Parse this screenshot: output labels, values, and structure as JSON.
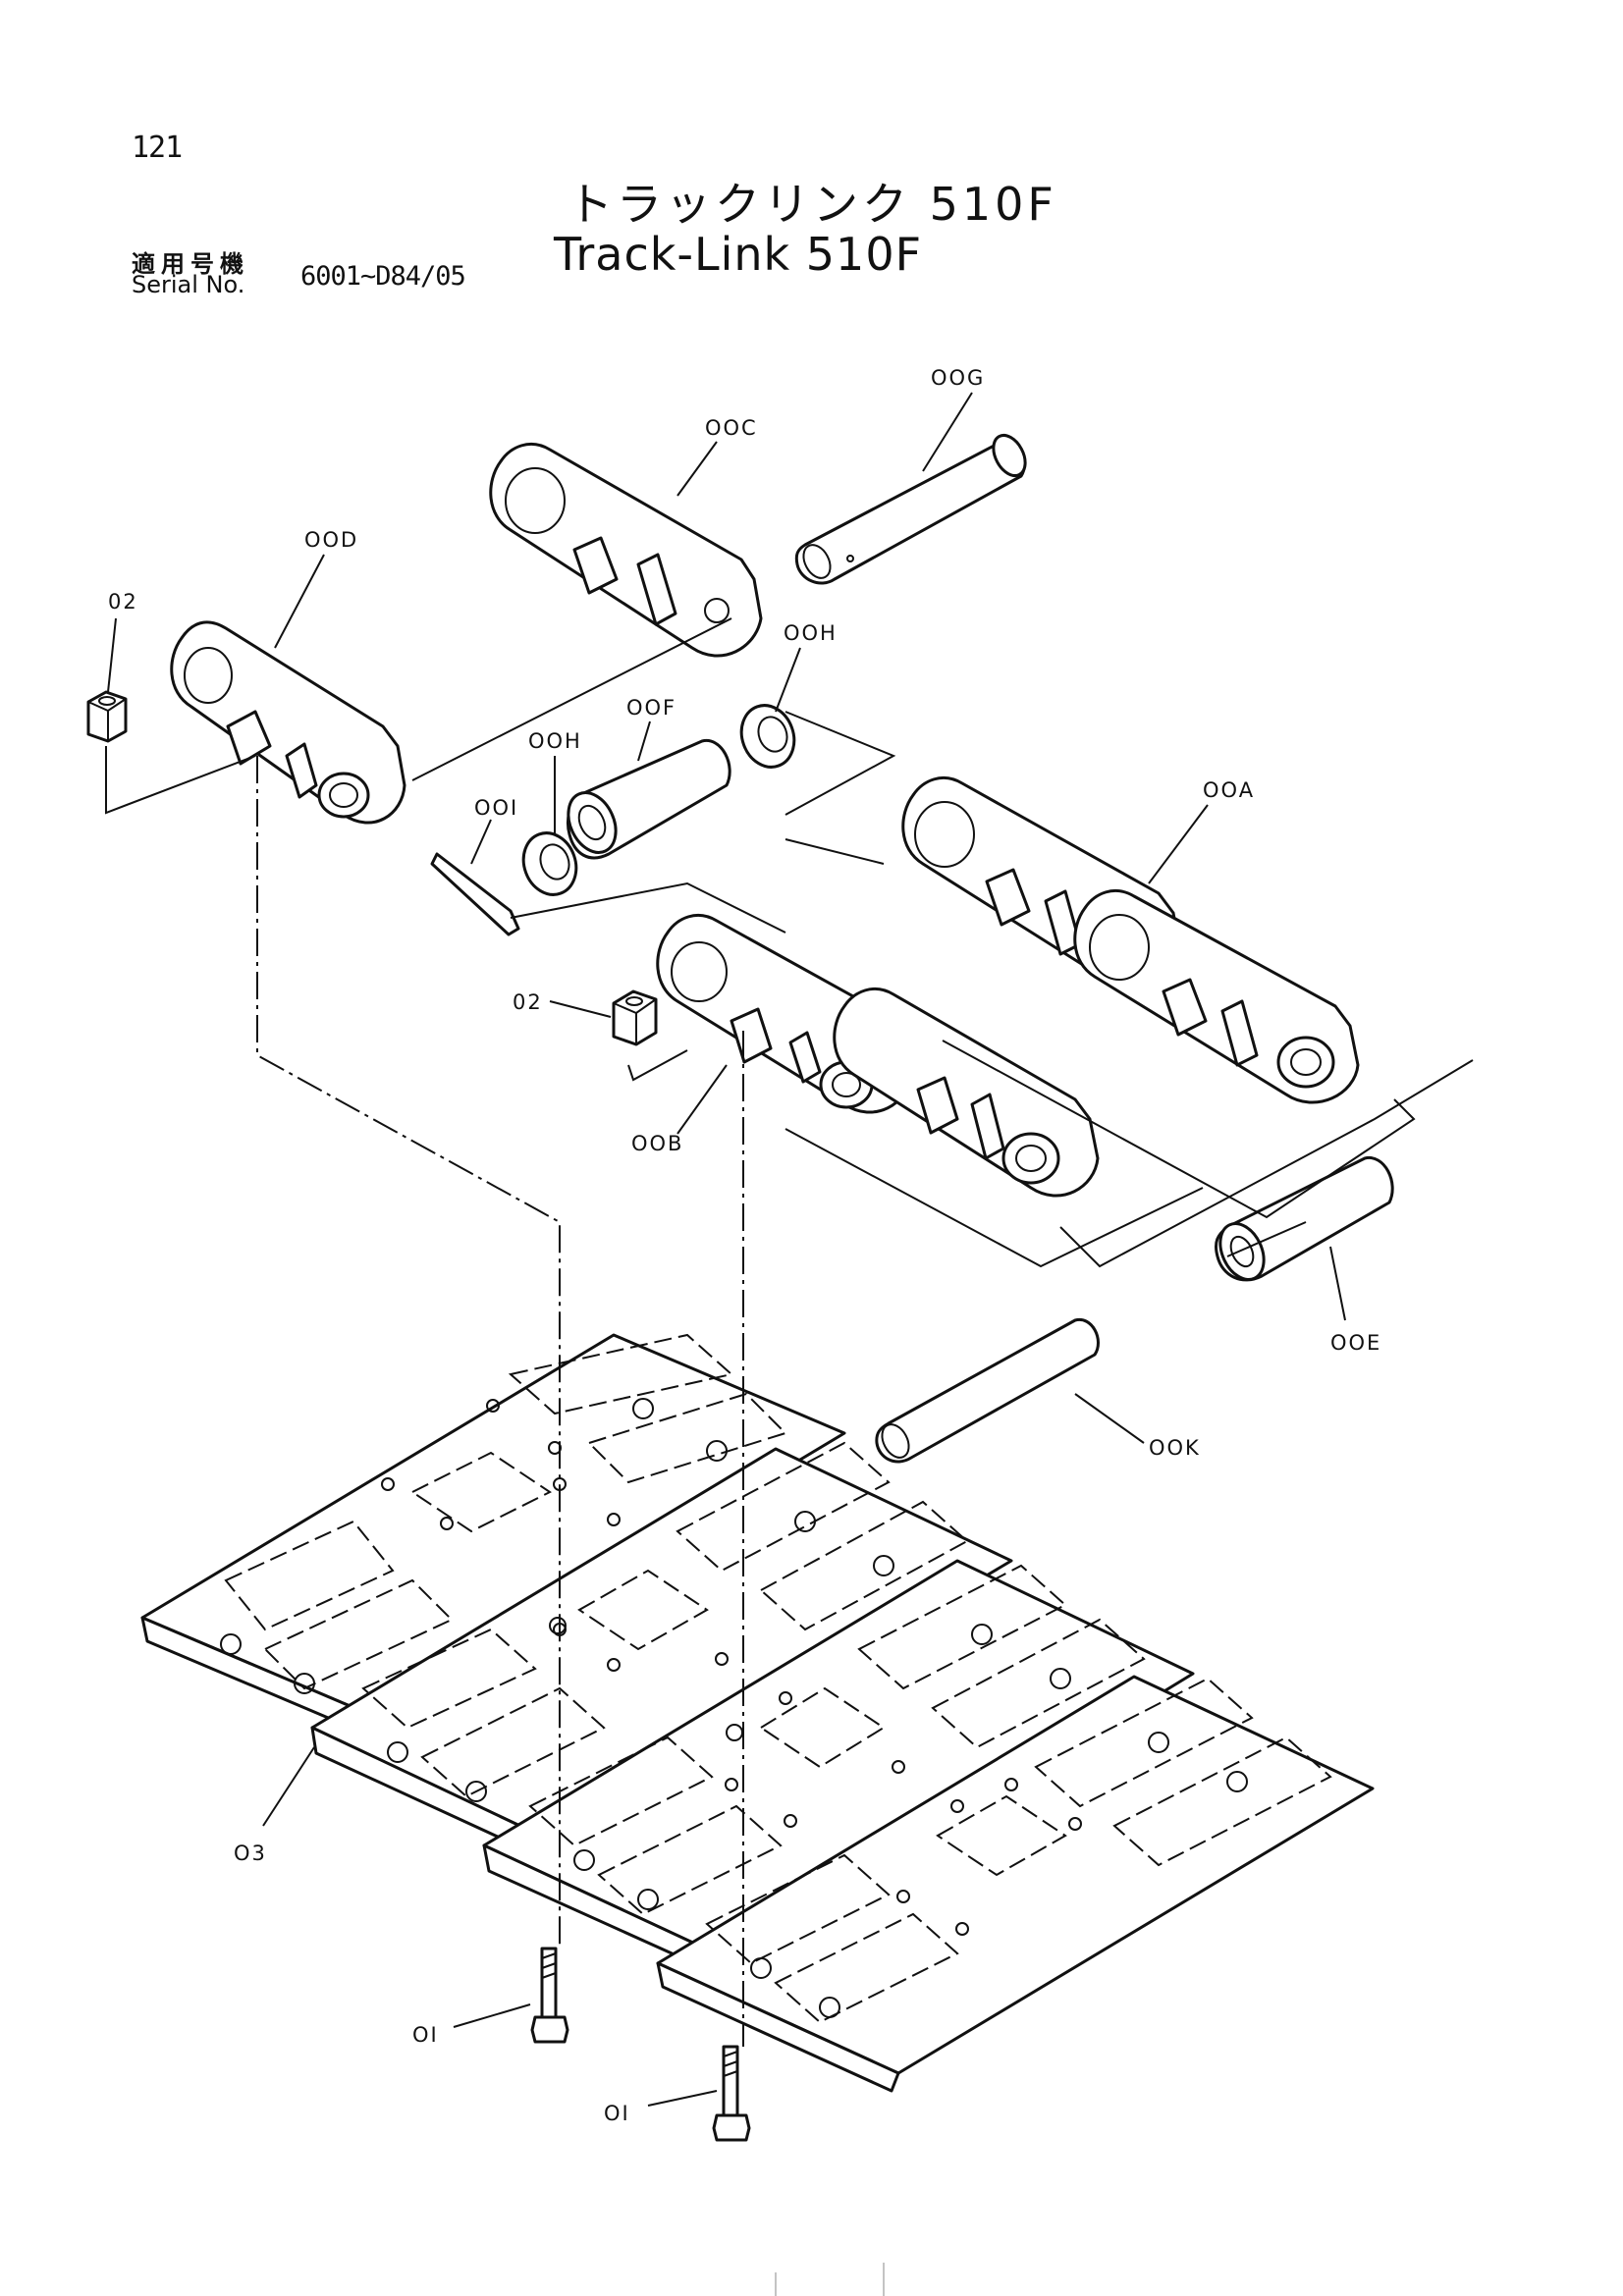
{
  "page_number": "121",
  "title": {
    "japanese": "トラックリンク 510F",
    "english": "Track-Link 510F"
  },
  "serial": {
    "label_japanese": "適用号機",
    "label_english": "Serial No.",
    "value": "6001~D84/05"
  },
  "callouts": {
    "c00G": "OOG",
    "c00C": "OOC",
    "c00D": "OOD",
    "c02a": "02",
    "c00H_right": "OOH",
    "c00F": "OOF",
    "c00H_left": "OOH",
    "c00I": "OOI",
    "c00A": "OOA",
    "c02b": "02",
    "c00B": "OOB",
    "c00E": "OOE",
    "c00K": "OOK",
    "c03": "O3",
    "c01a": "OI",
    "c01b": "OI"
  }
}
